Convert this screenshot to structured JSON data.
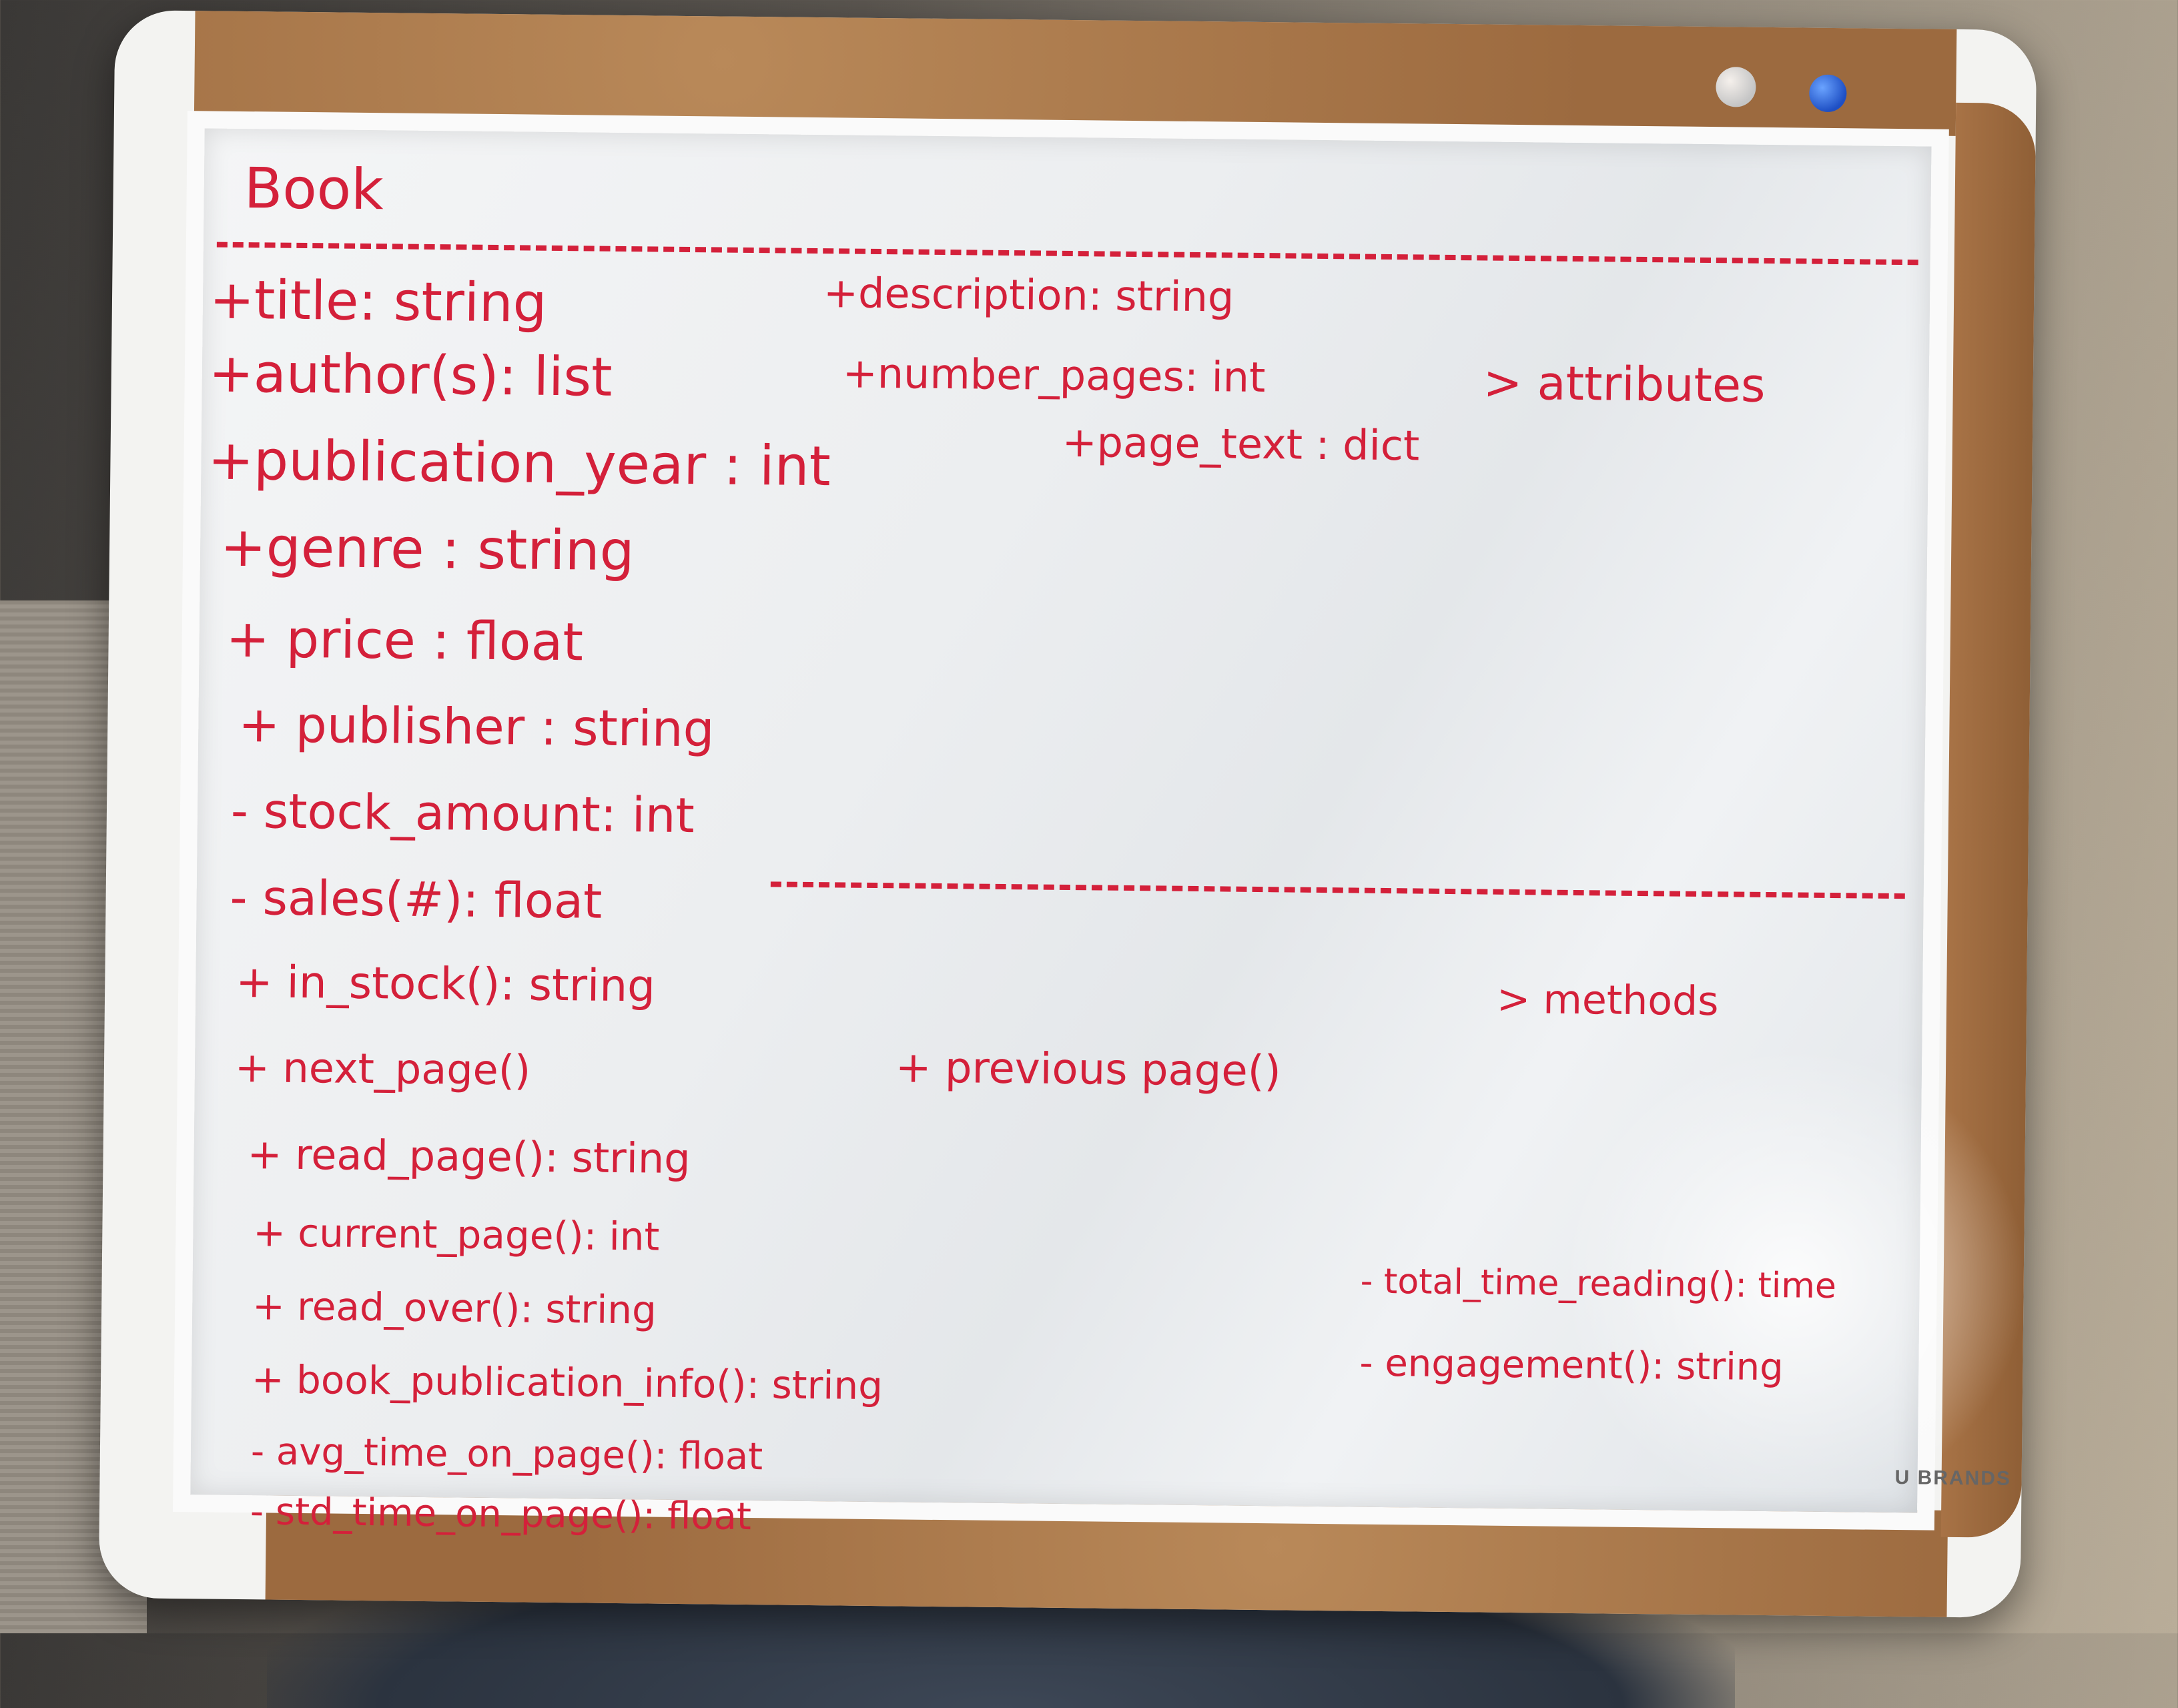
{
  "board": {
    "class_name": "Book",
    "attributes_label": "> attributes",
    "methods_label": "> methods",
    "brand": "U BRANDS",
    "attributes": [
      "+title: string",
      "+author(s): list",
      "+publication_year : int",
      "+genre : string",
      "+ price : float",
      "+ publisher : string",
      "- stock_amount: int",
      "- sales(#): float"
    ],
    "attributes_extra": [
      "+description: string",
      "+number_pages: int",
      "+page_text : dict"
    ],
    "methods": [
      "+ in_stock(): string",
      "+ next_page()",
      "+ read_page(): string",
      "+ current_page(): int",
      "+ read_over(): string",
      "+ book_publication_info(): string",
      "- avg_time_on_page(): float",
      "- std_time_on_page(): float"
    ],
    "methods_extra": [
      "+ previous page()",
      "- total_time_reading(): time",
      "- engagement(): string"
    ]
  }
}
